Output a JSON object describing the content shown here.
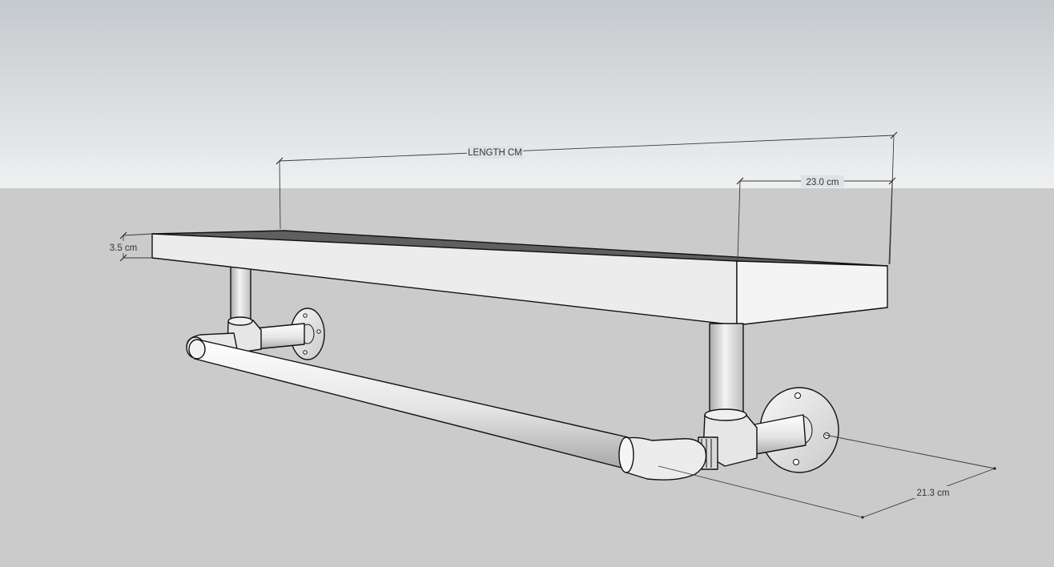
{
  "scene": {
    "sky_top_color": "#c4c9cd",
    "sky_bottom_color": "#eef0f1",
    "ground_color": "#cbcbcb",
    "shelf_top_color": "#5f5f5f",
    "shelf_face_color": "#ececec",
    "pipe_color": "#e9e9e9",
    "outline_color": "#111111"
  },
  "dimensions": {
    "length": "LENGTH CM",
    "depth": "23.0 cm",
    "thickness": "3.5 cm",
    "rail_projection": "21.3 cm"
  }
}
